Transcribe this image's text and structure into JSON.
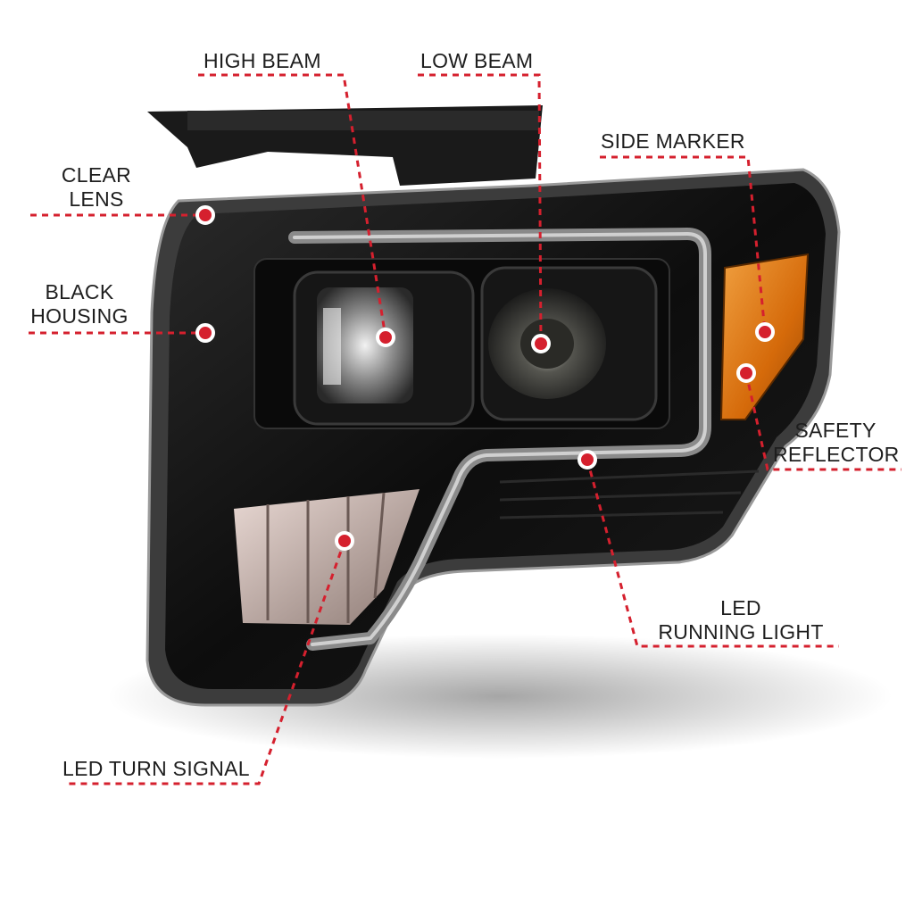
{
  "colors": {
    "callout_red": "#d5202e",
    "housing_black": "#111111",
    "amber": "#e07a10",
    "background": "#ffffff"
  },
  "labels": {
    "high_beam": "HIGH BEAM",
    "low_beam": "LOW BEAM",
    "side_marker": "SIDE MARKER",
    "clear_lens": [
      "CLEAR",
      "LENS"
    ],
    "black_housing": [
      "BLACK",
      "HOUSING"
    ],
    "safety_reflector": [
      "SAFETY",
      "REFLECTOR"
    ],
    "led_running_light": [
      "LED",
      "RUNNING LIGHT"
    ],
    "led_turn_signal": "LED TURN SIGNAL"
  }
}
